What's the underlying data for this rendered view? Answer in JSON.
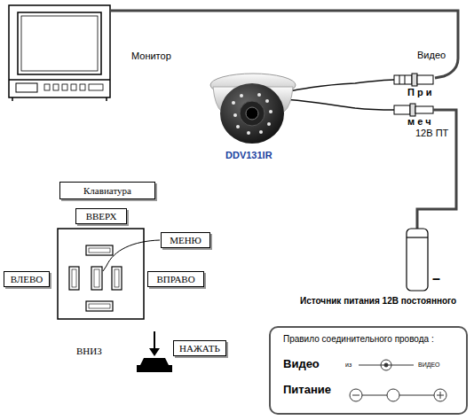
{
  "diagram": {
    "nodes": [
      {
        "text": [
          "Клавиатура"
        ]
      },
      {
        "text": [
          "ВВЕРХ"
        ]
      },
      {
        "text": [
          "МЕНЮ"
        ]
      },
      {
        "text": [
          "ВЛЕВО"
        ]
      },
      {
        "text": [
          "ВПРАВО"
        ]
      },
      {
        "text": [
          "НАЖАТЬ"
        ]
      },
      {
        "text": [
          "Правило соединительного провода :",
          "Видео",
          "из",
          "ВИДЕО",
          "Питание"
        ]
      }
    ],
    "labels": [
      "Монитор",
      "Видео",
      "DDV131IR",
      "П р и",
      "м е ч",
      "12В ПТ",
      "Источник питания 12В постоянного",
      "–",
      "ВНИЗ"
    ]
  }
}
